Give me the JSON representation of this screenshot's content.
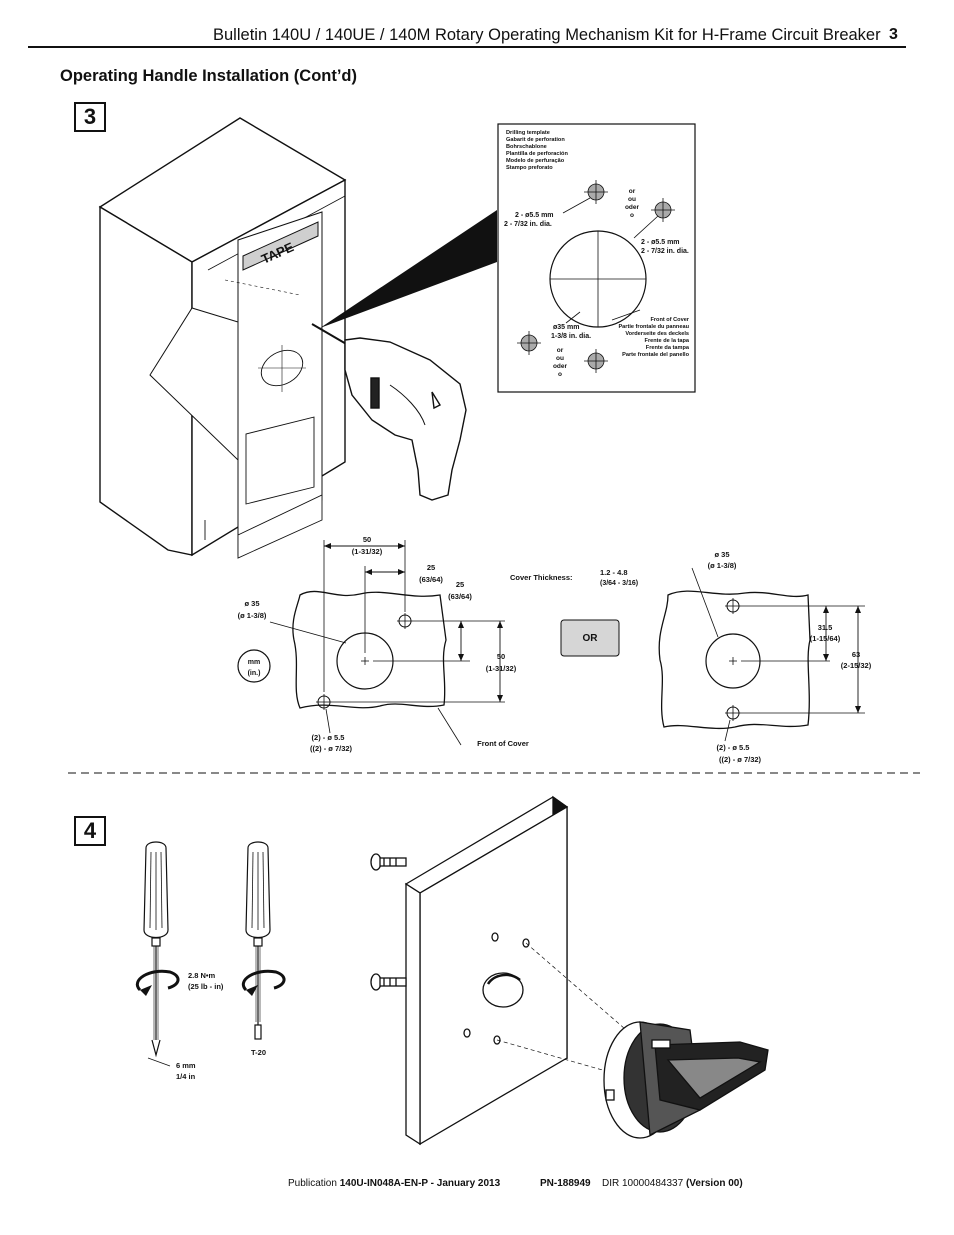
{
  "header": {
    "title": "Bulletin 140U / 140UE / 140M  Rotary Operating Mechanism Kit for H-Frame Circuit Breaker",
    "page_number": "3"
  },
  "section_title": "Operating Handle Installation (Cont’d)",
  "step3": {
    "number": "3",
    "tape_label": "TAPE",
    "template": {
      "titles": [
        "Drilling template",
        "Gabarit de perforation",
        "Bohrschablone",
        "Plantilla de perforación",
        "Modelo de perfuração",
        "Stampo preforato"
      ],
      "hole_left_mm": "2 - ø5.5 mm",
      "hole_left_in": "2 - 7/32 in. dia.",
      "hole_right_mm": "2 - ø5.5 mm",
      "hole_right_in": "2 - 7/32 in. dia.",
      "or_top": [
        "or",
        "ou",
        "oder",
        "o"
      ],
      "or_bottom": [
        "or",
        "ou",
        "oder",
        "o"
      ],
      "center_mm": "ø35 mm",
      "center_in": "1-3/8 in. dia.",
      "front_of_cover": [
        "Front of Cover",
        "Partie frontale du panneau",
        "Vorderseite des deckels",
        "Frente de la tapa",
        "Frente da tampa",
        "Parte frontale del panello"
      ]
    },
    "dims_left": {
      "width_mm": "50",
      "width_in": "(1-31/32)",
      "offset_mm": "25",
      "offset_in": "(63/64)",
      "vert_offset_mm": "25",
      "vert_offset_in": "(63/64)",
      "height_mm": "50",
      "height_in": "(1-31/32)",
      "dia_mm": "ø 35",
      "dia_in": "(ø 1-3/8)",
      "holes_mm": "(2) - ø 5.5",
      "holes_in": "((2) -  ø 7/32)",
      "front_of_cover": "Front of Cover",
      "units": [
        "mm",
        "(in.)"
      ]
    },
    "cover_thickness": {
      "label": "Cover Thickness:",
      "mm": "1.2 - 4.8",
      "in": "(3/64 - 3/16)"
    },
    "or_button": "OR",
    "dims_right": {
      "dia_mm": "ø 35",
      "dia_in": "(ø 1-3/8)",
      "half_mm": "31.5",
      "half_in": "(1-15/64)",
      "full_mm": "63",
      "full_in": "(2-15/32)",
      "holes_mm": "(2) - ø 5.5",
      "holes_in": "((2) -  ø 7/32)"
    }
  },
  "step4": {
    "number": "4",
    "torque_nm": "2.8 N•m",
    "torque_lbin": "(25 lb - in)",
    "bit_mm": "6 mm",
    "bit_in": "1/4 in",
    "torx": "T-20"
  },
  "footer": {
    "pub_prefix": "Publication ",
    "pub_number": "140U-IN048A-EN-P - January 2013",
    "pn": "PN-188949",
    "dir": "DIR 10000484337",
    "version": "(Version 00)"
  }
}
